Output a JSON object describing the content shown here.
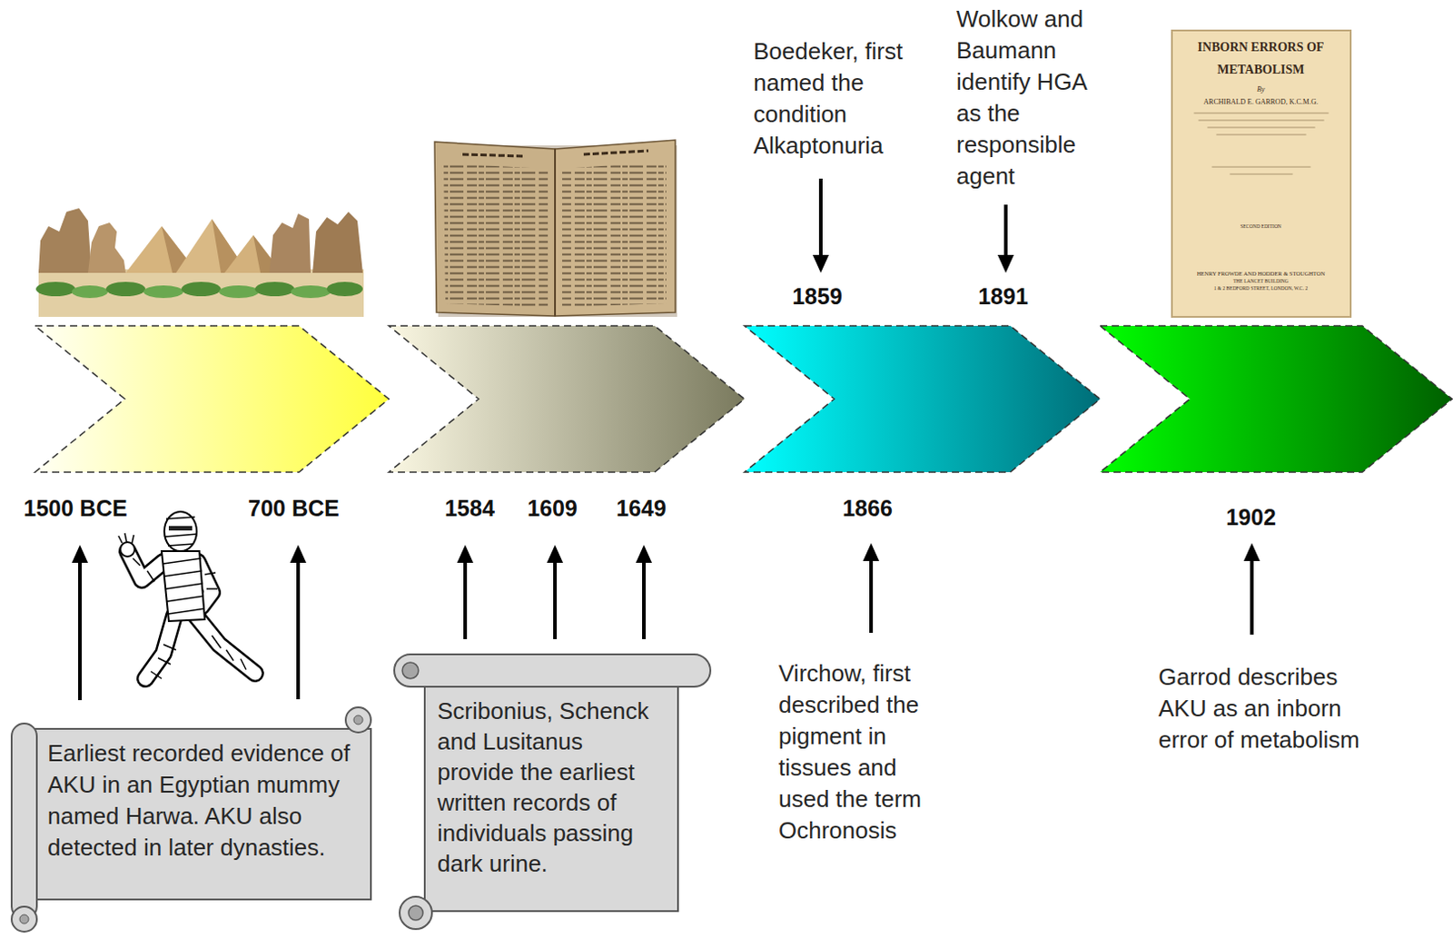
{
  "diagram": {
    "nodes": [
      {
        "text": [
          "Earliest recorded evidence of AKU in an Egyptian mummy named Harwa. AKU also detected in later dynasties."
        ]
      },
      {
        "text": [
          "Scribonius, Schenck and Lusitanus provide the earliest written records of individuals passing dark urine."
        ]
      },
      {
        "text": [
          "INBORN ERRORS OF METABOLISM",
          "By",
          "ARCHIBALD E. GARROD, K.C.M.G.",
          "SECOND EDITION",
          "HENRY FROWDE AND HODDER & STOUGHTON",
          "THE LANCET BUILDING",
          "1 & 2 BEDFORD STREET, LONDON, W.C. 2"
        ]
      }
    ],
    "labels": [
      "Boedeker, first named the condition Alkaptonuria",
      "1859",
      "Wolkow and Baumann identify HGA as the responsible agent",
      "1891",
      "1500 BCE",
      "700 BCE",
      "1584",
      "1609",
      "1649",
      "1866",
      "1902",
      "Virchow, first described the pigment in tissues and used the term Ochronosis",
      "Garrod describes AKU as an inborn error of metabolism"
    ]
  }
}
